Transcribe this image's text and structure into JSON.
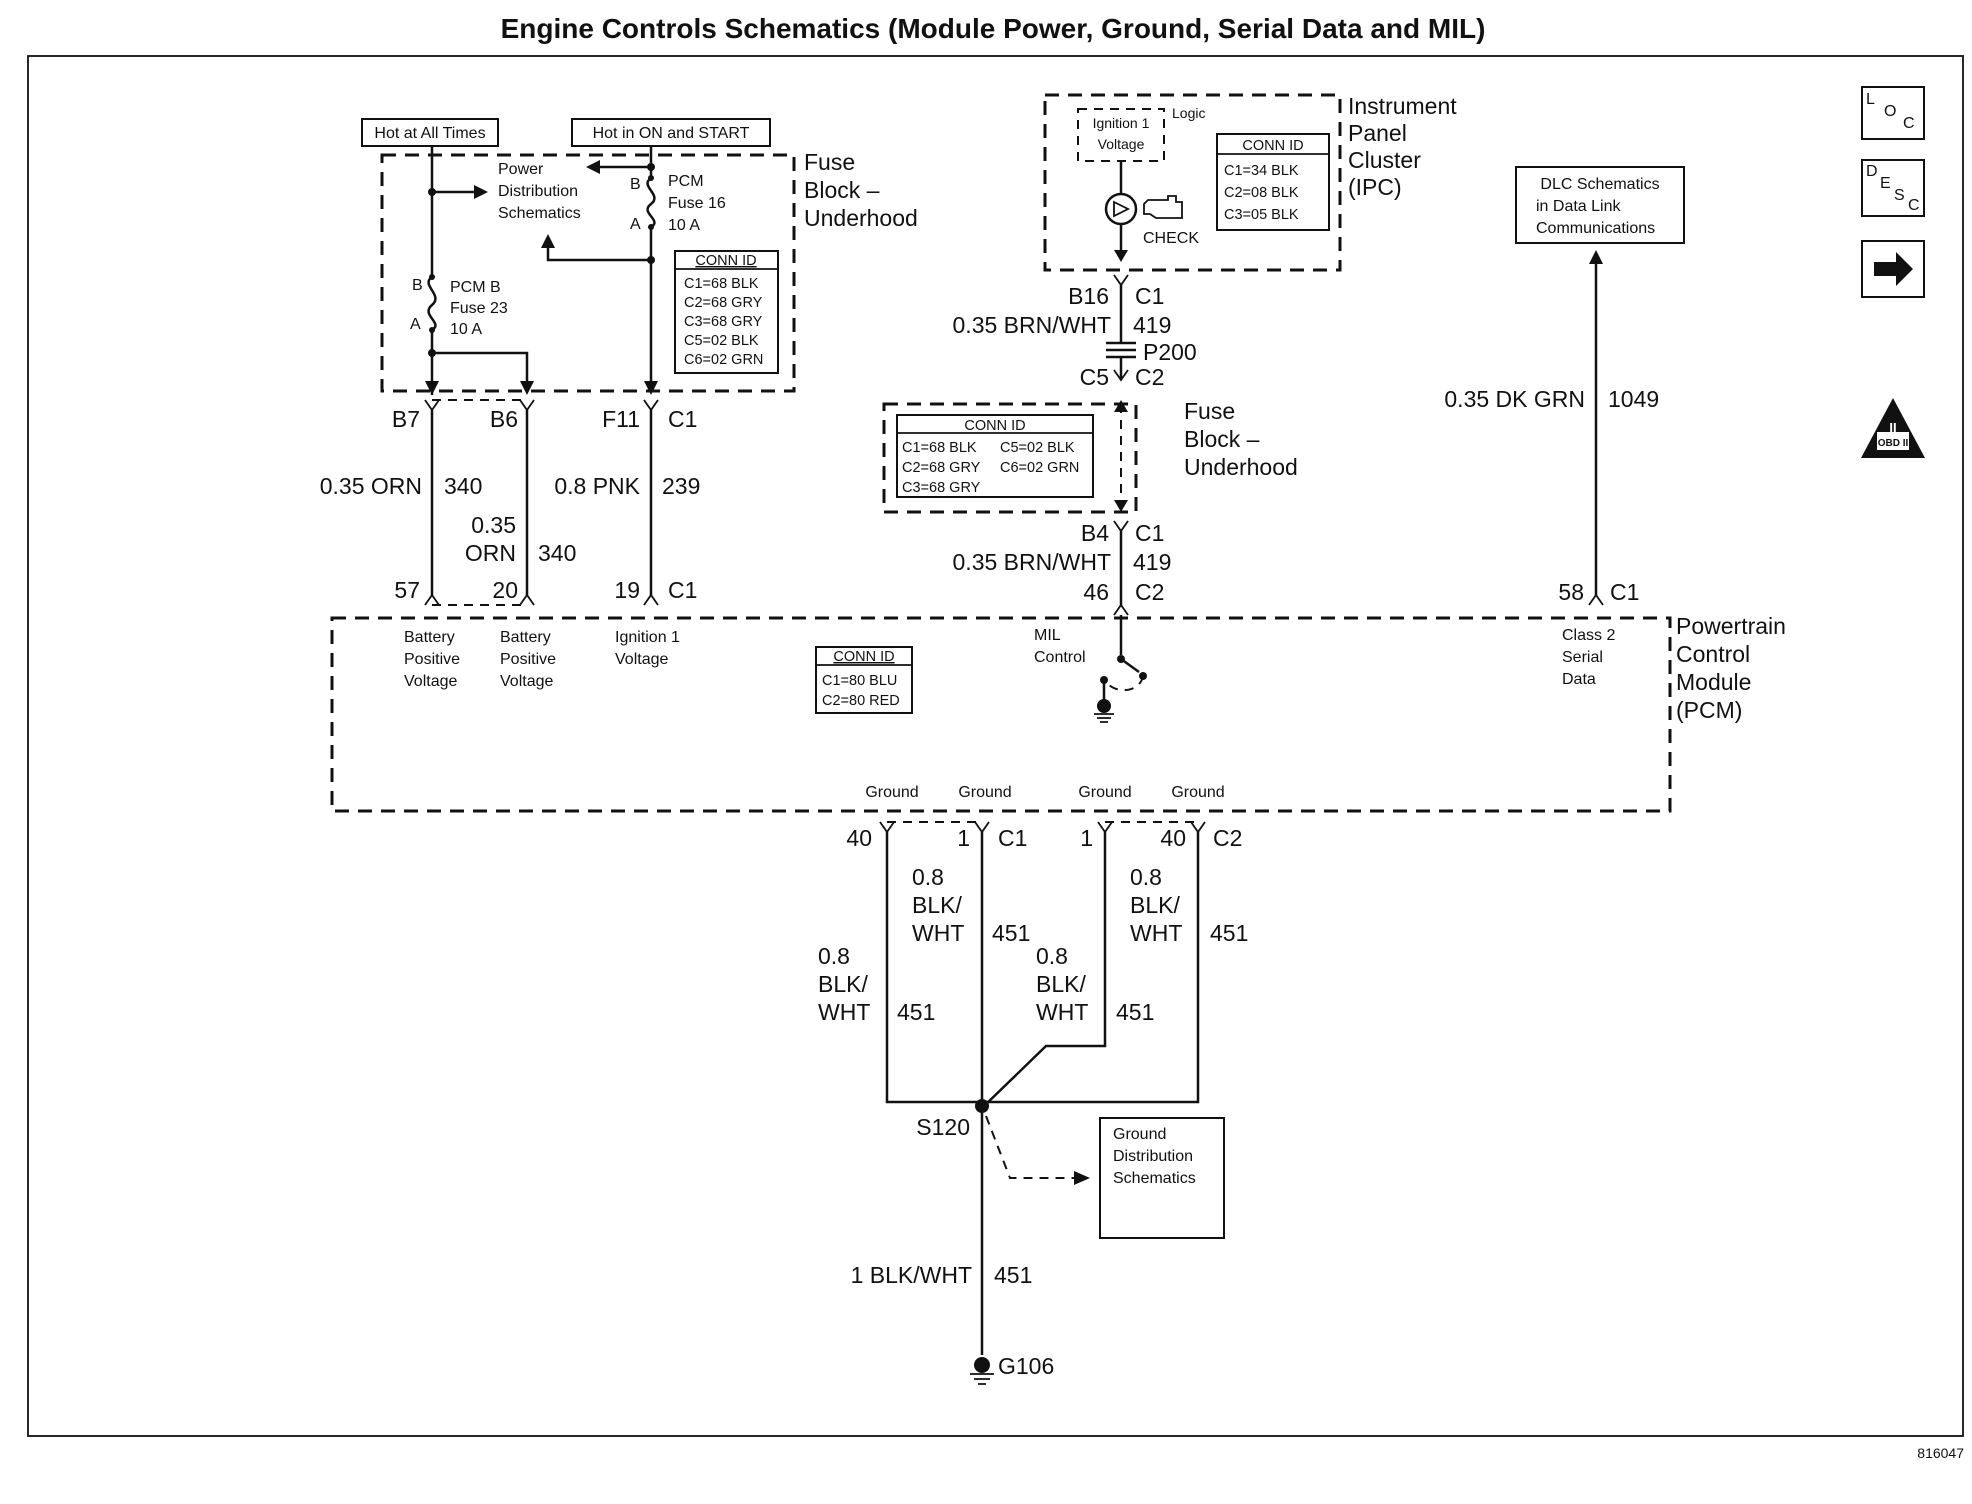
{
  "title": "Engine Controls Schematics (Module Power, Ground, Serial Data and MIL)",
  "figure_number": "816047",
  "nav": {
    "loc": [
      "L",
      "O",
      "C"
    ],
    "desc": [
      "D",
      "E",
      "S",
      "C"
    ],
    "obd_label": "OBD II",
    "obd_numeral": "II"
  },
  "underhood_fuse_block": {
    "hot_at_all_times": "Hot at All Times",
    "hot_in_on_start": "Hot in ON and START",
    "name": [
      "Fuse",
      "Block –",
      "Underhood"
    ],
    "power_distribution": [
      "Power",
      "Distribution",
      "Schematics"
    ],
    "pcm_b_fuse": [
      "PCM B",
      "Fuse 23",
      "10 A"
    ],
    "pcm_fuse": [
      "PCM",
      "Fuse 16",
      "10 A"
    ],
    "term_b": "B",
    "term_a": "A",
    "conn_id_title": "CONN ID",
    "conn_id": [
      "C1=68 BLK",
      "C2=68 GRY",
      "C3=68 GRY",
      "C5=02 BLK",
      "C6=02 GRN"
    ],
    "pins": {
      "b7": "B7",
      "b6": "B6",
      "f11": "F11",
      "c1": "C1"
    }
  },
  "wires_top": {
    "orn_size": "0.35 ORN",
    "orn_circuit": "340",
    "orn2_size": "0.35",
    "orn2_color": "ORN",
    "orn2_circuit": "340",
    "pnk": "0.8 PNK",
    "pnk_circuit": "239"
  },
  "pcm_pins": {
    "p57": "57",
    "p20": "20",
    "p19": "19",
    "c1": "C1",
    "p46": "46",
    "c2": "C2",
    "p58": "58",
    "c1b": "C1"
  },
  "ipc": {
    "name": [
      "Instrument",
      "Panel",
      "Cluster",
      "(IPC)"
    ],
    "ignition_voltage": [
      "Ignition 1",
      "Voltage"
    ],
    "logic": "Logic",
    "check": "CHECK",
    "conn_id_title": "CONN ID",
    "conn_id": [
      "C1=34 BLK",
      "C2=08 BLK",
      "C3=05 BLK"
    ],
    "pin_b16": "B16",
    "conn_c1": "C1"
  },
  "mil_circuit": {
    "wire1": "0.35 BRN/WHT",
    "circuit1": "419",
    "p200": "P200",
    "pin_c5": "C5",
    "conn_c2": "C2",
    "fuse_block_name": [
      "Fuse",
      "Block –",
      "Underhood"
    ],
    "conn_id_title": "CONN ID",
    "conn_id": [
      "C1=68 BLK",
      "C5=02 BLK",
      "C2=68 GRY",
      "C6=02 GRN",
      "C3=68 GRY"
    ],
    "pin_b4": "B4",
    "conn_c1": "C1",
    "wire2": "0.35 BRN/WHT",
    "circuit2": "419"
  },
  "dlc": {
    "box": [
      "DLC Schematics",
      "in Data Link",
      "Communications"
    ],
    "wire": "0.35 DK GRN",
    "circuit": "1049"
  },
  "pcm": {
    "name": [
      "Powertrain",
      "Control",
      "Module",
      "(PCM)"
    ],
    "battery_positive_1": [
      "Battery",
      "Positive",
      "Voltage"
    ],
    "battery_positive_2": [
      "Battery",
      "Positive",
      "Voltage"
    ],
    "ignition_1": [
      "Ignition 1",
      "Voltage"
    ],
    "mil_control": [
      "MIL",
      "Control"
    ],
    "class2": [
      "Class 2",
      "Serial",
      "Data"
    ],
    "conn_id_title": "CONN ID",
    "conn_id": [
      "C1=80 BLU",
      "C2=80 RED"
    ],
    "ground_labels": [
      "Ground",
      "Ground",
      "Ground",
      "Ground"
    ]
  },
  "grounds": {
    "pins": [
      "40",
      "1",
      "C1",
      "1",
      "40",
      "C2"
    ],
    "wire_size": "0.8",
    "wire_color_1": "BLK/",
    "wire_color_2": "WHT",
    "circuit": "451",
    "splice": "S120",
    "ground_distribution": [
      "Ground",
      "Distribution",
      "Schematics"
    ],
    "main_wire": "1 BLK/WHT",
    "main_circuit": "451",
    "ground_point": "G106"
  }
}
